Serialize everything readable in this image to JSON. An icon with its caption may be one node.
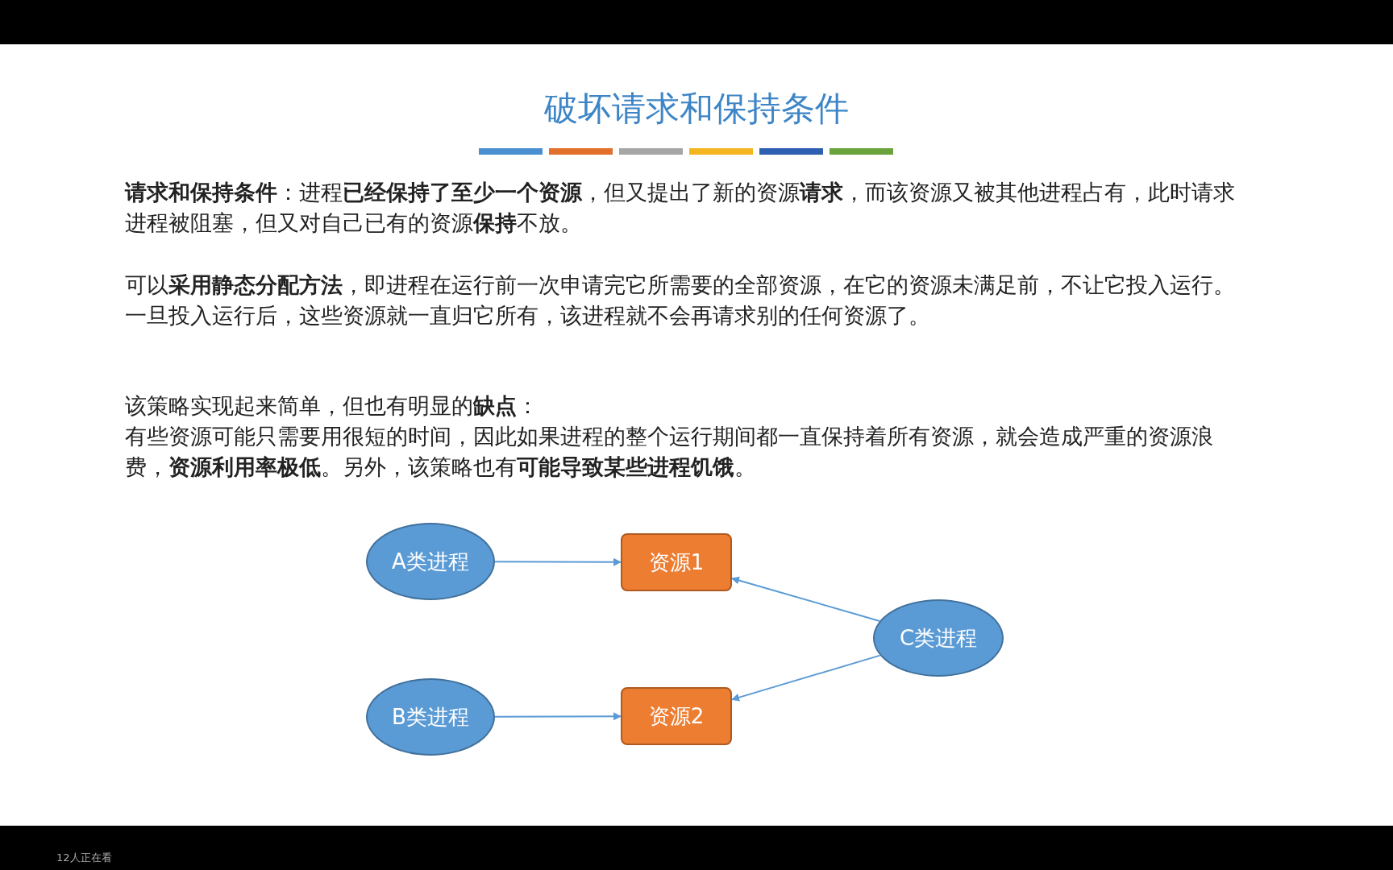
{
  "diagram": {
    "title": "破坏请求和保持条件",
    "nodes": [
      {
        "text": [
          "A类进程"
        ]
      },
      {
        "text": [
          "资源1"
        ]
      },
      {
        "text": [
          "C类进程"
        ]
      },
      {
        "text": [
          "B类进程"
        ]
      },
      {
        "text": [
          "资源2"
        ]
      }
    ],
    "edges": [
      {
        "from": 0,
        "to": 1,
        "arrow": "to"
      },
      {
        "from": 2,
        "to": 1,
        "arrow": "to"
      },
      {
        "from": 3,
        "to": 4,
        "arrow": "to"
      },
      {
        "from": 2,
        "to": 4,
        "arrow": "to"
      }
    ],
    "labels": [
      "**请求和保持条件**：进程**已经保持了至少一个资源**，但又提出了新的资源**请求**，而该资源又被其他进程占有，此时请求进程被阻塞，但又对自己已有的资源**保持**不放。",
      "可以**采用静态分配方法**，即进程在运行前一次申请完它所需要的全部资源，在它的资源未满足前，不让它投入运行。一旦投入运行后，这些资源就一直归它所有，该进程就不会再请求别的任何资源了。",
      "该策略实现起来简单，但也有明显的**缺点**：",
      "有些资源可能只需要用很短的时间，因此如果进程的整个运行期间都一直保持着所有资源，就会造成严重的资源浪费，**资源利用率极低**。另外，该策略也有**可能导致某些进程饥饿**。",
      "12人正在看"
    ]
  }
}
